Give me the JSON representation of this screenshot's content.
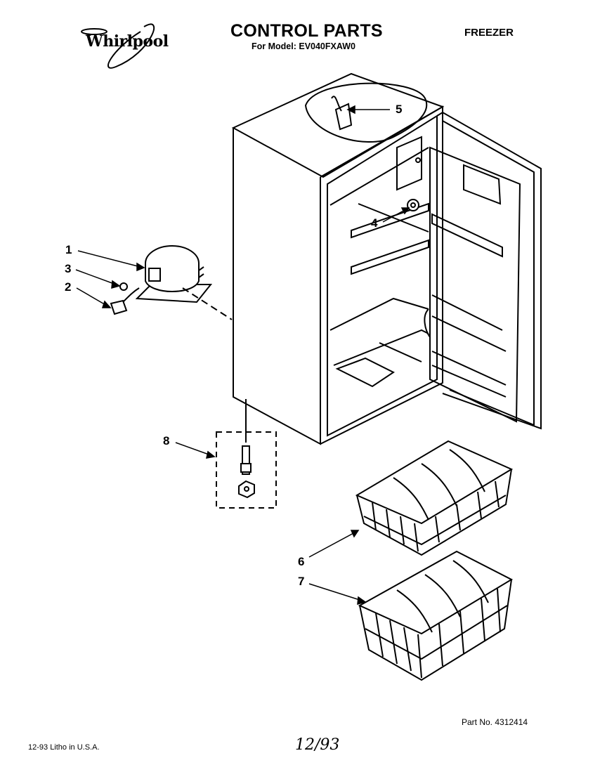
{
  "header": {
    "brand": "Whirlpool",
    "title": "CONTROL PARTS",
    "model_line": "For Model: EV040FXAW0",
    "category": "FREEZER"
  },
  "callouts": [
    {
      "label": "1"
    },
    {
      "label": "2"
    },
    {
      "label": "3"
    },
    {
      "label": "4"
    },
    {
      "label": "5"
    },
    {
      "label": "6"
    },
    {
      "label": "7"
    },
    {
      "label": "8"
    }
  ],
  "footer": {
    "part_number": "Part No. 4312414",
    "litho": "12-93 Litho in U.S.A.",
    "handwritten_date": "12/93"
  }
}
